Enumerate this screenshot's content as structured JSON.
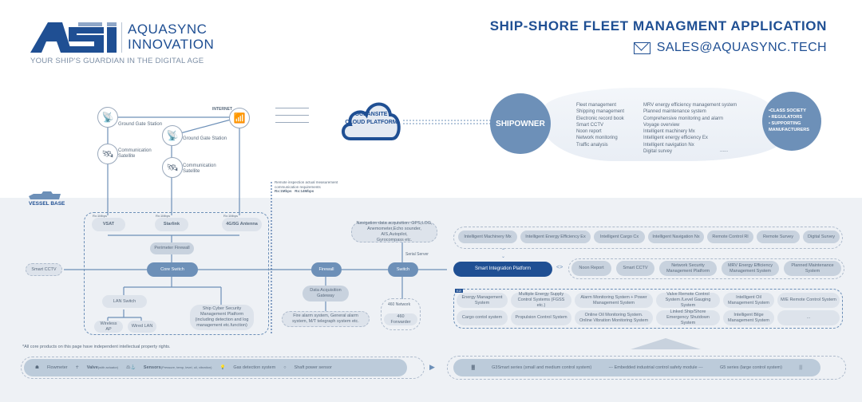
{
  "header": {
    "logo_letters": "ASI",
    "brand_line1": "AQUASYNC",
    "brand_line2": "INNOVATION",
    "tagline": "YOUR SHIP'S GUARDIAN IN THE DIGITAL AGE",
    "title": "SHIP-SHORE FLEET MANAGMENT APPLICATION",
    "email": "SALES@AQUASYNC.TECH"
  },
  "colors": {
    "brand": "#1f4f93",
    "accent": "#6d90b8",
    "pill": "#c8d2de",
    "vessel_bg": "#eef1f5"
  },
  "shore": {
    "internet_label": "INTERNET",
    "ground_station_1": "Ground Gate Station",
    "ground_station_2": "Ground Gate Station",
    "satellite_1": [
      "Communication",
      "Satellite"
    ],
    "satellite_2": [
      "Communication",
      "Satellite"
    ],
    "cloud": [
      "OCEANSITE",
      "CLOUD PLATFORM"
    ],
    "shipowner": "SHIPOWNER",
    "services_col1": [
      "Fleet management",
      "Shipping management",
      "Electronic record book",
      "Smart CCTV",
      "Noon report",
      "Network monitoring",
      "Traffic analysis"
    ],
    "services_col2": [
      "MRV energy efficiency management system",
      "Planned maintenance system",
      "Comprehensive monitoring and alarm",
      "Voyage overview",
      "Intelligent machinery Mx",
      "Intelligent energy efficiency Ex",
      "Intelligent navigation Nx",
      "Digital survey"
    ],
    "services_more": "......",
    "stakeholders": [
      "•CLASS SOCIETY",
      "• REGULATORS",
      "• SUPPORTING",
      "  MANUFACTURERS"
    ],
    "remote_note": [
      "Remote inspection actual measurement",
      "communication requirements"
    ],
    "remote_speeds": [
      "Rx:1Mbps",
      "Rx:14Mbps"
    ]
  },
  "vessel": {
    "label": "VESSEL BASE",
    "links": [
      {
        "name": "VSAT",
        "speed": "Rx:1Mbps"
      },
      {
        "name": "Starlink",
        "speed": "Rx:1Mbps"
      },
      {
        "name": "4G/5G Antenna",
        "speed": "Rx:1Mbps"
      }
    ],
    "perimeter_firewall": "Perimeter Firewall",
    "core_switch": "Core Switch",
    "smart_cctv": "Smart CCTV",
    "lan_switch": "LAN Switch",
    "wireless_ap": "Wireless AP",
    "wired_lan": "Wired LAN",
    "cyber_platform": [
      "Ship Cyber Security",
      "Management Platform",
      "(including detection and log",
      "management etc.function)"
    ],
    "firewall": "Firewall",
    "data_gateway": [
      "Data Acquisition",
      "Gateway"
    ],
    "alarm_systems": [
      "Fire alarm system, General alarm",
      "system, M/T telegraph system etc."
    ],
    "navigation_data": [
      "Navigation data acquisition: GPS,LOG,",
      "Anemometer,Echo sounder, AIS,Autopilot,",
      "Gyrocompass etc."
    ],
    "serial_server": "Serial Server",
    "switch": "Switch",
    "network_460": "460 Network",
    "forwarder_460": "460 Forwarder",
    "smart_platform": "Smart Integration Platform",
    "top_modules": [
      "Intelligent Machinery Mx",
      "Intelligent Energy Efficiency Ex",
      "Intelligent Cargo Cx",
      "Intelligent Navigation Nx",
      "Remote Control Rl",
      "Remote Survey",
      "Digital Survey"
    ],
    "side_modules": [
      "Noon Report",
      "Smart CCTV",
      "Network Security Management Platform",
      "MRV Energy Efficiency Management System",
      "Planned Maintenance System"
    ],
    "ezi_tag": "EZI",
    "control_systems": [
      "Energy Management System",
      "Multiple Energy Supply Control Systems (FGSS etc.)",
      "Alarm Monitoring System + Power Management System",
      "Valve Remote Control System /Level Gauging System",
      "Intelligent Oil Management System",
      "M/E Remote Control System",
      "Cargo contol system",
      "Propulsion Control System",
      "Online Oil Monitoring System. Online Vibration Monitoring System",
      "Linked Ship/Shore Emergency Shutdown System",
      "Intelligent Bilge Management System",
      "..."
    ]
  },
  "footer": {
    "note": "*All core products on this page have independent intellectual property rights.",
    "sensors": [
      "Flowmeter",
      "Valve",
      "(with actuator)",
      "Sensors",
      "(Pressure, temp, level, oil, vibration)",
      "Gas detection system",
      "Shaft power sensor"
    ],
    "controllers": [
      "G3Smart series (small and medium control system)",
      "--- Embedded industrial control safety module ---",
      "G5 series (large control system)"
    ]
  }
}
